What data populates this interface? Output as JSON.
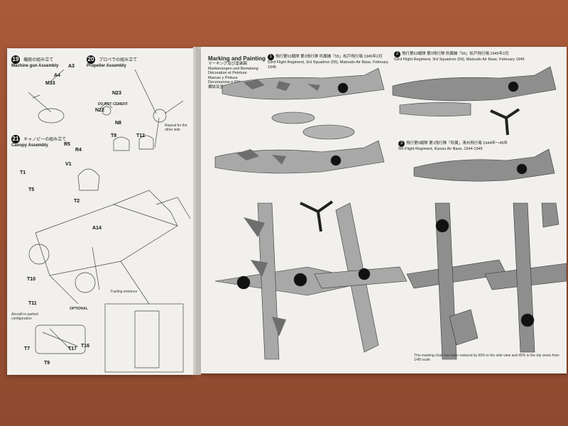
{
  "left_sheet": {
    "steps": [
      {
        "num": "19",
        "jp": "機銃の組み立て",
        "en": "Machine gun Assembly"
      },
      {
        "num": "20",
        "jp": "プロペラの組み立て",
        "en": "Propeller Assembly"
      },
      {
        "num": "21",
        "jp": "キャノピーの組み立て",
        "en": "Canopy Assembly"
      }
    ],
    "parts": [
      "A3",
      "A4",
      "M33",
      "N23",
      "N22",
      "N8",
      "R5",
      "R4",
      "V1",
      "T8",
      "T12",
      "T1",
      "T5",
      "T2",
      "A14",
      "T10",
      "T11",
      "T7",
      "T9",
      "T17",
      "T16"
    ],
    "notes": {
      "no_cement": "DO NOT CEMENT",
      "repeat": "Repeat for the other side",
      "optional": "OPTIONAL",
      "parked": "Aircraft in parked configuration",
      "fueling": "Fueling entrance"
    }
  },
  "right_sheet": {
    "title": "Marking and Painting",
    "subtitle_jp": "マーキング及び塗装図",
    "subtitle_lines": [
      "Markierungen und Bemalung",
      "Décoration et Peinture",
      "Marcas y Pintura",
      "Decorazione e Pittura",
      "標誌及塗色指示"
    ],
    "units": [
      {
        "num": "1",
        "jp": "飛行第53戦隊 第3飛行隊 所属機「55」松戸飛行場 1945年2月",
        "en": "53rd Flight Regiment, 3rd Squadron (55), Matsudo Air Base, February 1945"
      },
      {
        "num": "2",
        "jp": "飛行第53戦隊 第3飛行隊 所属機「59」松戸飛行場 1945年2月",
        "en": "53rd Flight Regiment, 3rd Squadron (59), Matsudo Air Base, February 1945"
      },
      {
        "num": "3",
        "jp": "飛行第5戦隊 第1飛行隊「所属」清州飛行場 1944年～45年",
        "en": "5th Flight Regiment, Kiyosu Air Base, 1944-1945"
      }
    ],
    "footnote": "This marking chart has been reduced by 65% in the side view and 45% in the top views from 1/48 scale."
  },
  "colors": {
    "background": "#9c5133",
    "paper": "#f1f0ec",
    "plane_gray": "#9a9a9a",
    "roundel": "#111111"
  }
}
